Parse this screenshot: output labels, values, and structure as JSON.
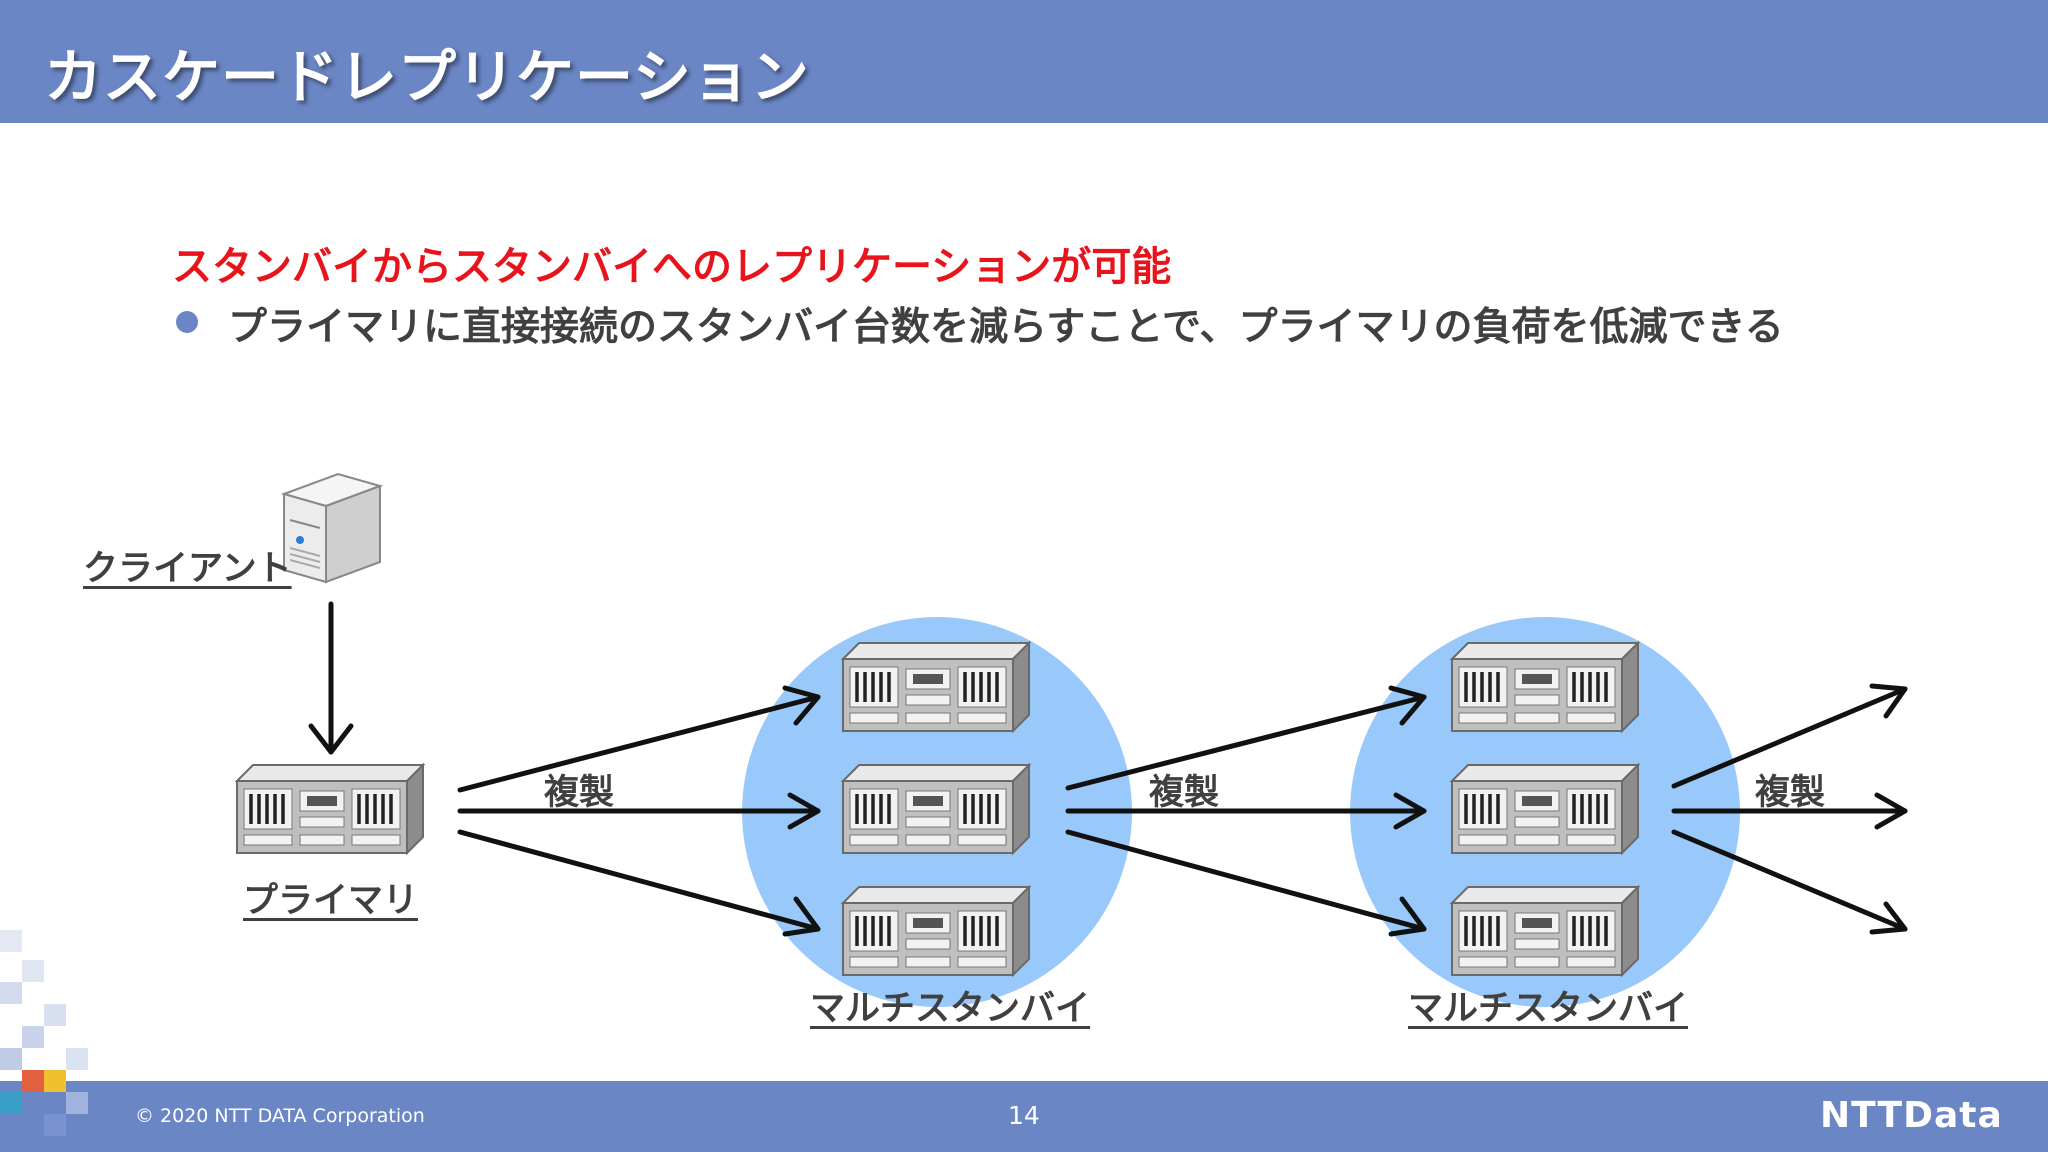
{
  "header": {
    "title": "カスケードレプリケーション"
  },
  "highlight_text": "スタンバイからスタンバイへのレプリケーションが可能",
  "bullets": [
    "プライマリに直接接続のスタンバイ台数を減らすことで、プライマリの負荷を低減できる"
  ],
  "diagram": {
    "client_label": "クライアント",
    "primary_label": "プライマリ",
    "standby_group_1_label": "マルチスタンバイ",
    "standby_group_2_label": "マルチスタンバイ",
    "copy_label_1": "複製",
    "copy_label_2": "複製",
    "copy_label_3": "複製",
    "group_circle_color": "#99c9fb"
  },
  "footer": {
    "copyright": "© 2020 NTT DATA Corporation",
    "page_number": "14",
    "logo_text": "NTTData"
  },
  "colors": {
    "header_bg": "#6b86c5",
    "highlight": "#e8141c",
    "body_text": "#404040"
  }
}
